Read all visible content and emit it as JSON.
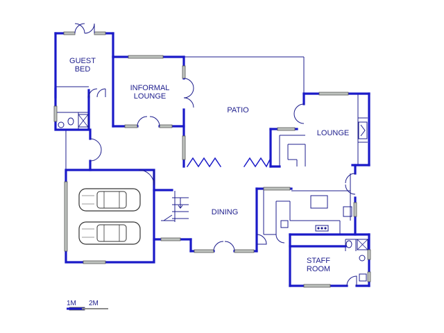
{
  "rooms": {
    "guest_bed": "GUEST\nBED",
    "informal_lounge": "INFORMAL\nLOUNGE",
    "patio": "PATIO",
    "lounge": "LOUNGE",
    "dining": "DINING",
    "staff_room": "STAFF\nROOM"
  },
  "scale": {
    "label_1": "1M",
    "label_2": "2M"
  },
  "colors": {
    "wall": "#1a1ac8",
    "text": "#1c1c8c",
    "window": "#bfc3bf"
  }
}
